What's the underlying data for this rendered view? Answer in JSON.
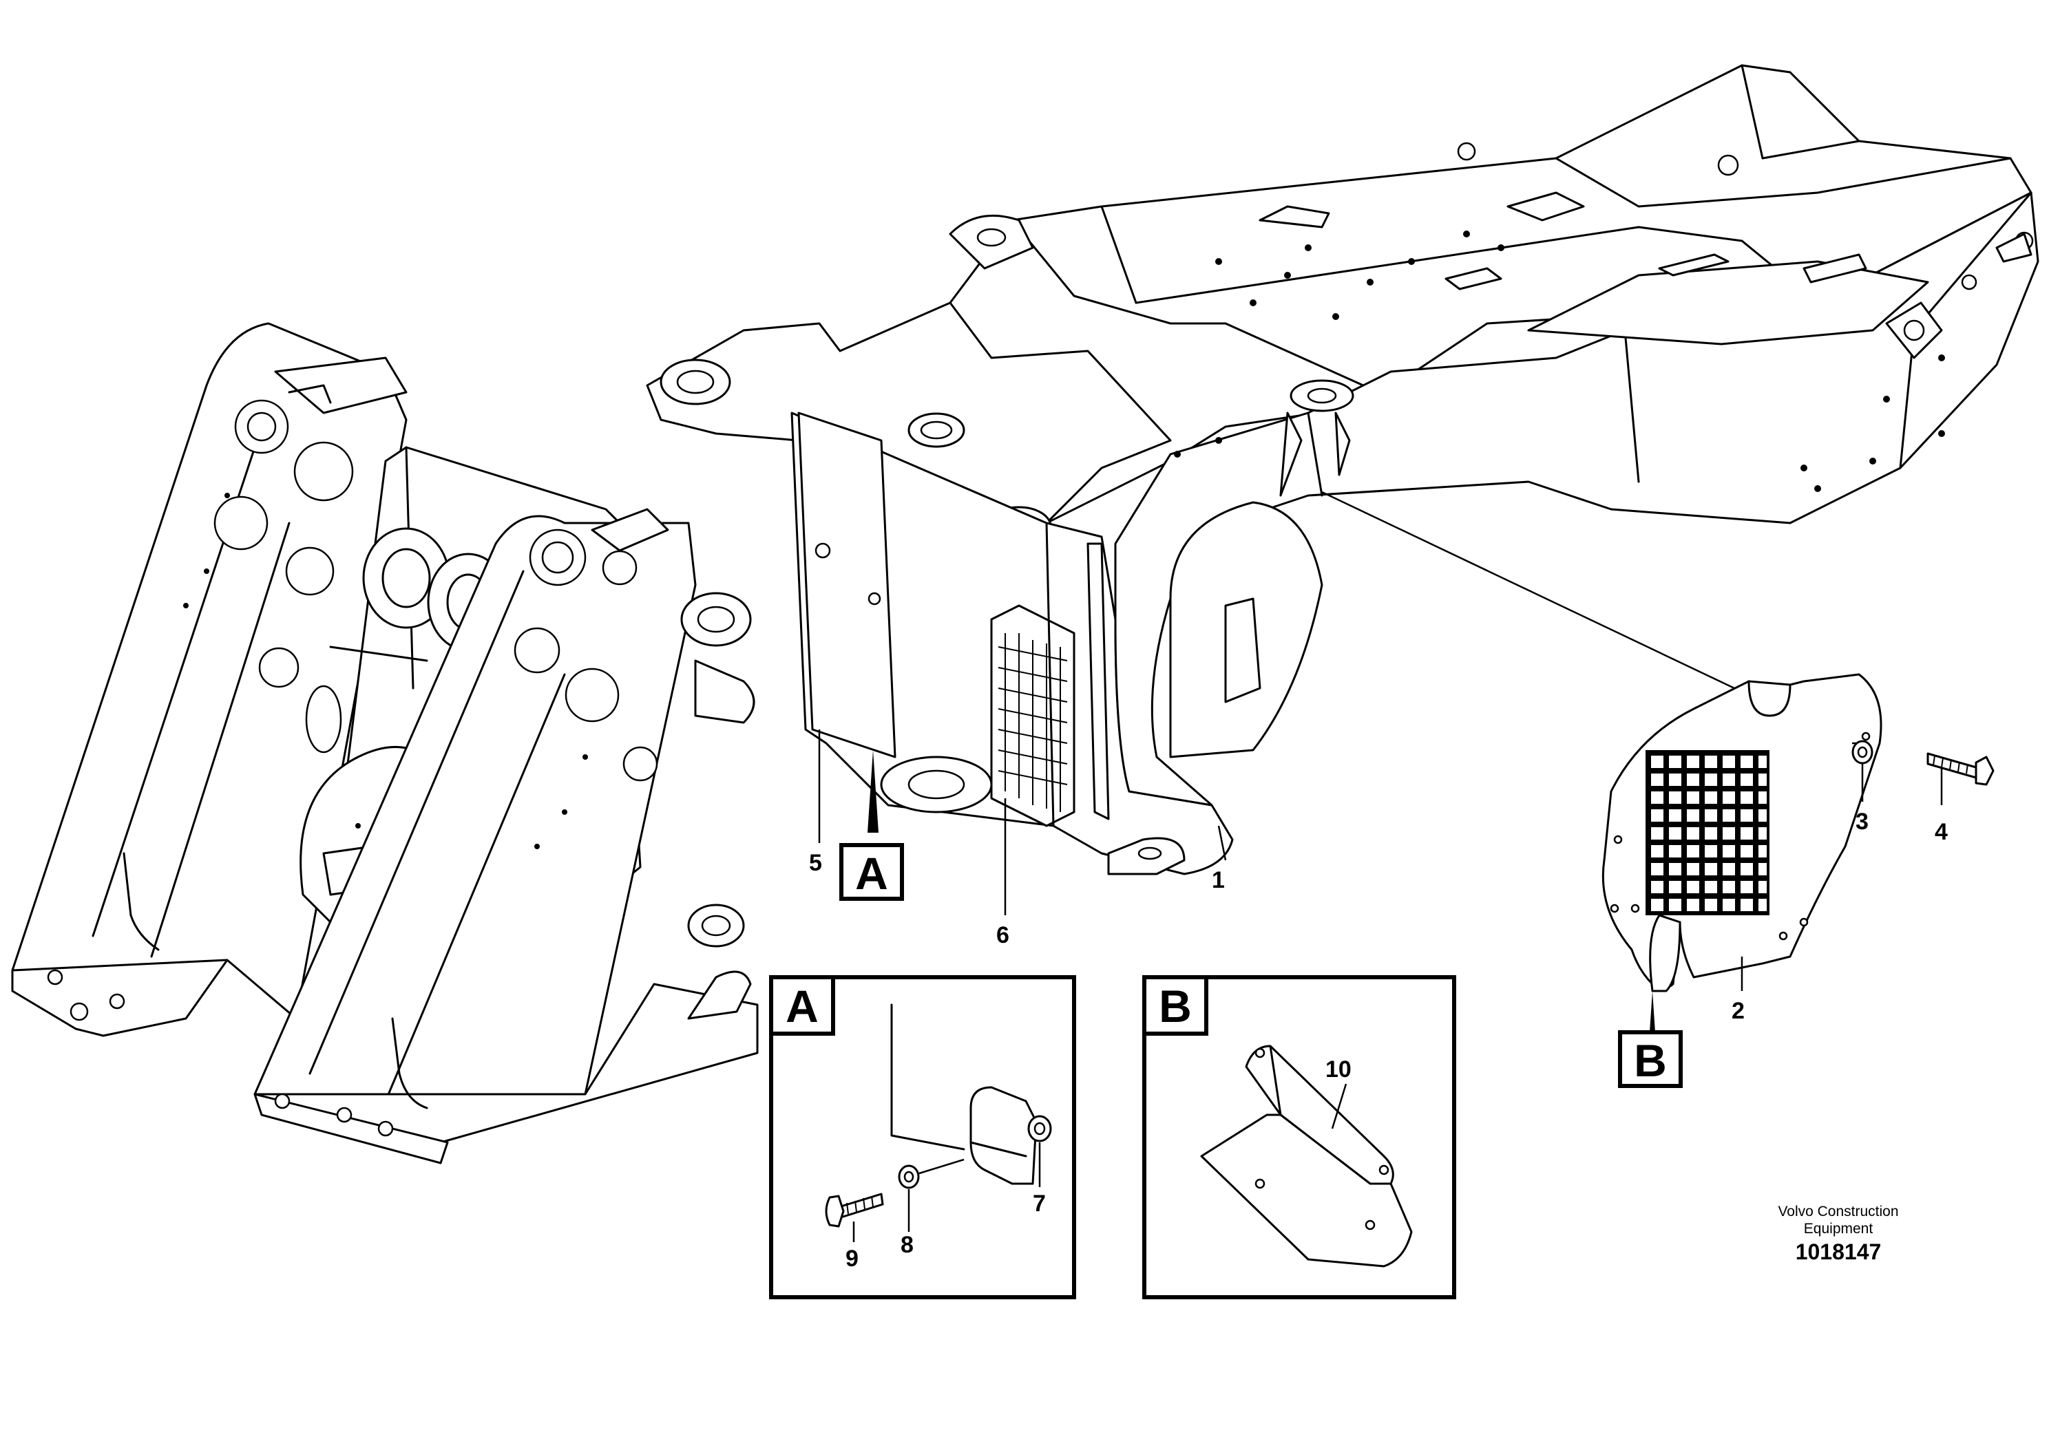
{
  "detail_views": [
    {
      "id": "A",
      "label": "A"
    },
    {
      "id": "B",
      "label": "B"
    }
  ],
  "callouts": {
    "c1": "1",
    "c2": "2",
    "c3": "3",
    "c4": "4",
    "c5": "5",
    "c6": "6",
    "c7": "7",
    "c8": "8",
    "c9": "9",
    "c10": "10"
  },
  "marker_labels": {
    "marker_a": "A",
    "marker_b": "B"
  },
  "branding": {
    "line1": "Volvo Construction",
    "line2": "Equipment",
    "part_number": "1018147"
  }
}
